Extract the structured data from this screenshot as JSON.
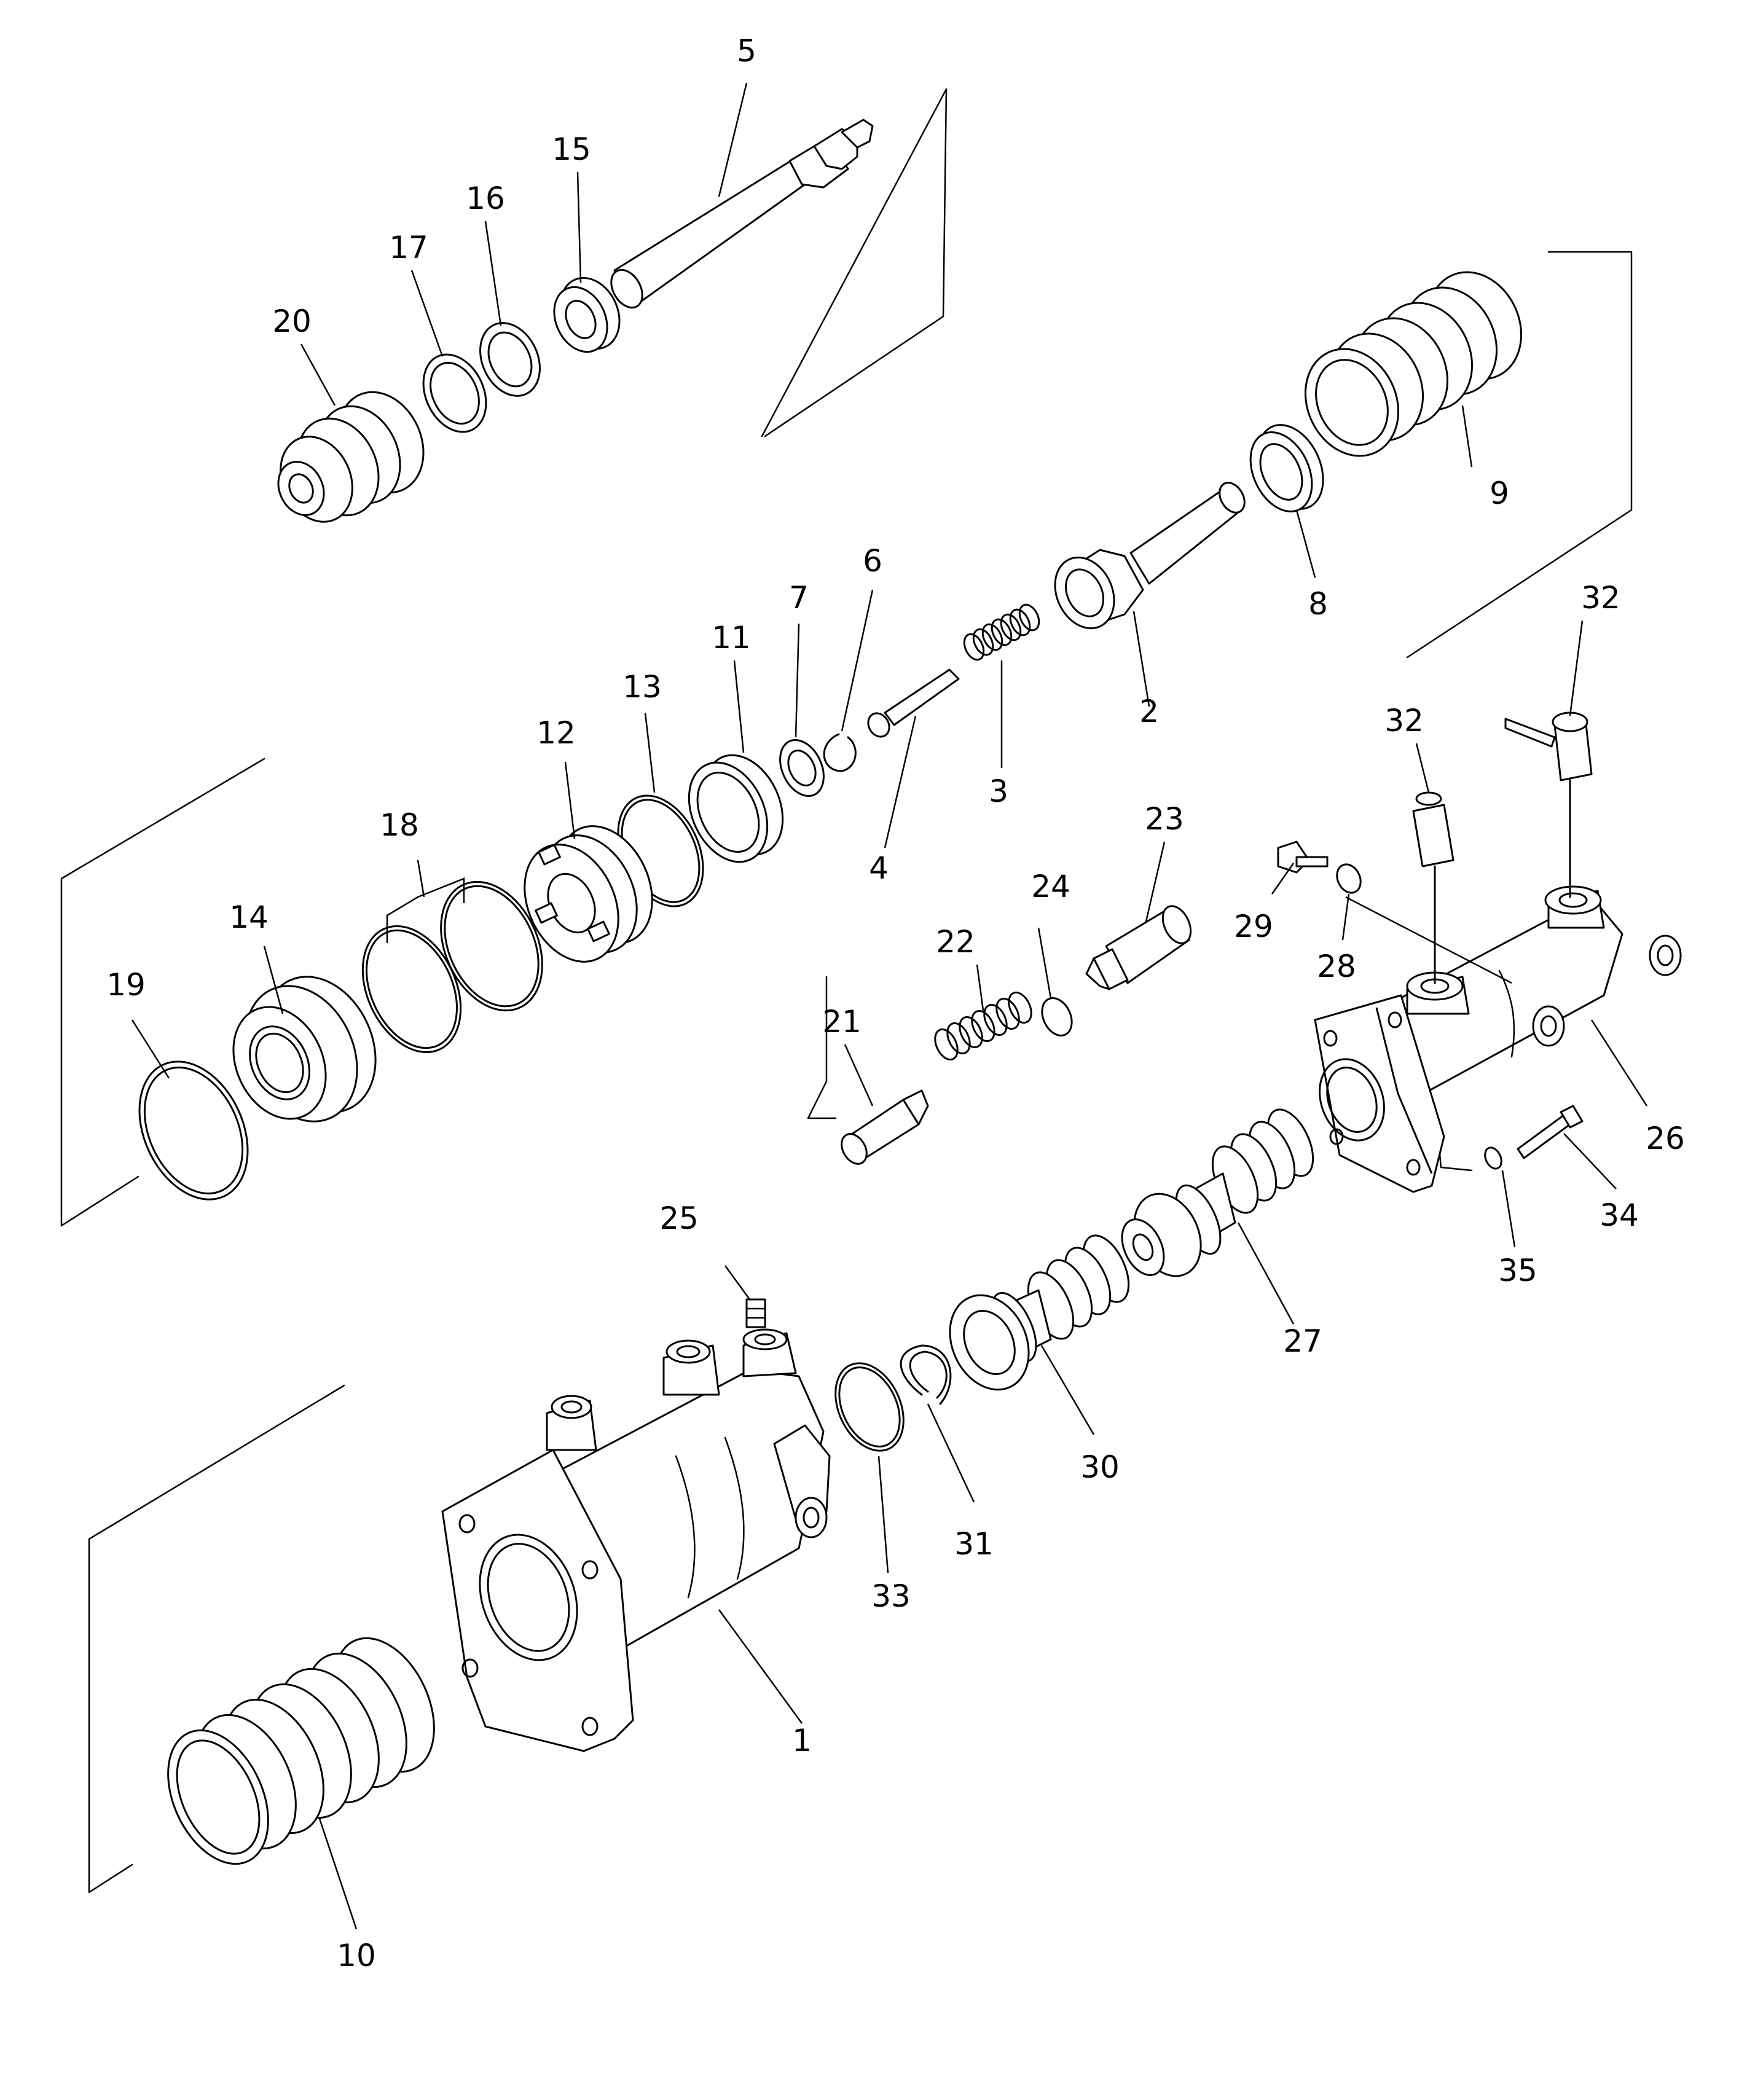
{
  "diagram": {
    "type": "exploded parts drawing",
    "callouts": {
      "c1": "1",
      "c2": "2",
      "c3": "3",
      "c4": "4",
      "c5": "5",
      "c6": "6",
      "c7": "7",
      "c8": "8",
      "c9": "9",
      "c10": "10",
      "c11": "11",
      "c12": "12",
      "c13": "13",
      "c14": "14",
      "c15": "15",
      "c16": "16",
      "c17": "17",
      "c18": "18",
      "c19": "19",
      "c20": "20",
      "c21": "21",
      "c22": "22",
      "c23": "23",
      "c24": "24",
      "c25": "25",
      "c26": "26",
      "c27": "27",
      "c28": "28",
      "c29": "29",
      "c30": "30",
      "c31": "31",
      "c32a": "32",
      "c32b": "32",
      "c33": "33",
      "c34": "34",
      "c35": "35"
    }
  }
}
